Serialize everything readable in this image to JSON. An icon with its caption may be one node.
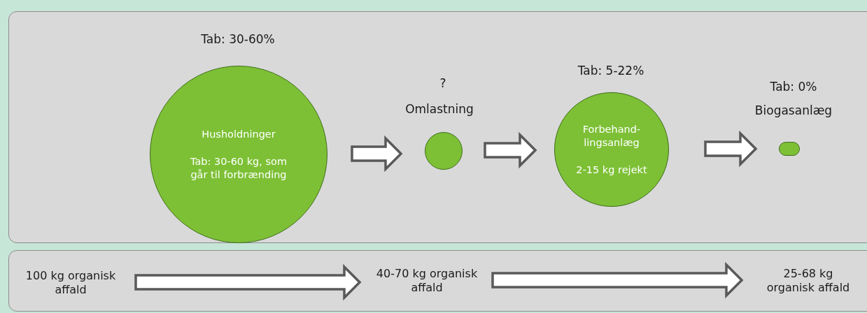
{
  "diagram": {
    "nodes": [
      {
        "text": [],
        "shape": "box"
      },
      {
        "text": [
          "Husholdninger",
          "Tab: 30-60 kg, som går til forbrænding"
        ],
        "in": 0,
        "beside": [
          "Tab: 30-60%"
        ]
      },
      {
        "text": [],
        "shape": "circle",
        "in": 0,
        "beside": [
          "?",
          "Omlastning"
        ]
      },
      {
        "text": [
          "Forbehand- lingsanlæg",
          "2-15 kg rejekt"
        ],
        "in": 0,
        "beside": [
          "Tab: 5-22%"
        ]
      },
      {
        "text": [],
        "shape": "circle",
        "in": 0,
        "beside": [
          "Tab: 0%",
          "Biogasanlæg"
        ]
      },
      {
        "text": [],
        "shape": "box"
      },
      {
        "text": [
          "100 kg organisk affald"
        ],
        "in": 5
      },
      {
        "text": [
          "40-70 kg organisk affald"
        ],
        "in": 5
      },
      {
        "text": [
          "25-68 kg organisk affald"
        ],
        "in": 5
      }
    ],
    "edges": [
      {
        "from": 1,
        "to": 2,
        "arrow": "to"
      },
      {
        "from": 2,
        "to": 3,
        "arrow": "to"
      },
      {
        "from": 3,
        "to": 4,
        "arrow": "to"
      },
      {
        "from": 6,
        "to": 7,
        "arrow": "to"
      },
      {
        "from": 7,
        "to": 8,
        "arrow": "to"
      }
    ]
  }
}
